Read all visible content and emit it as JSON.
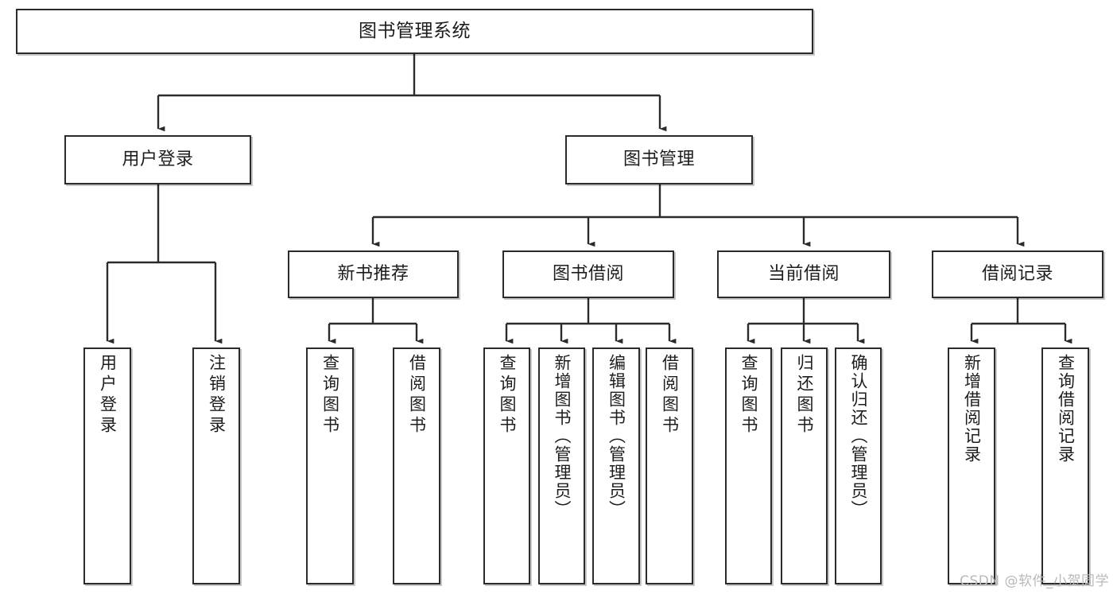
{
  "diagram": {
    "title": "图书管理系统",
    "type": "tree-hierarchy",
    "watermark": "CSDN @软件_小贺同学",
    "colors": {
      "background": "#ffffff",
      "node_border": "#2b2b2b",
      "node_fill": "#ffffff",
      "edge": "#2b2b2b",
      "text": "#1d1d1d",
      "watermark": "#b9b9b9"
    },
    "root": {
      "id": "root",
      "label": "图书管理系统"
    },
    "level2": [
      {
        "id": "user-login",
        "label": "用户登录"
      },
      {
        "id": "book-manage",
        "label": "图书管理"
      }
    ],
    "level3": [
      {
        "id": "new-book-recommend",
        "label": "新书推荐"
      },
      {
        "id": "book-borrow",
        "label": "图书借阅"
      },
      {
        "id": "current-borrow",
        "label": "当前借阅"
      },
      {
        "id": "borrow-record",
        "label": "借阅记录"
      }
    ],
    "leaves": [
      {
        "id": "leaf-user-login",
        "label": "用户登录",
        "parent": "user-login"
      },
      {
        "id": "leaf-user-logout",
        "label": "注销登录",
        "parent": "user-login"
      },
      {
        "id": "leaf-query-book-1",
        "label": "查询图书",
        "parent": "new-book-recommend"
      },
      {
        "id": "leaf-borrow-book-1",
        "label": "借阅图书",
        "parent": "new-book-recommend"
      },
      {
        "id": "leaf-query-book-2",
        "label": "查询图书",
        "parent": "book-borrow"
      },
      {
        "id": "leaf-add-book",
        "label": "新增图书（管理员）",
        "parent": "book-borrow"
      },
      {
        "id": "leaf-edit-book",
        "label": "编辑图书（管理员）",
        "parent": "book-borrow"
      },
      {
        "id": "leaf-borrow-book-2",
        "label": "借阅图书",
        "parent": "book-borrow"
      },
      {
        "id": "leaf-query-book-3",
        "label": "查询图书",
        "parent": "current-borrow"
      },
      {
        "id": "leaf-return-book",
        "label": "归还图书",
        "parent": "current-borrow"
      },
      {
        "id": "leaf-confirm-return",
        "label": "确认归还（管理员）",
        "parent": "current-borrow"
      },
      {
        "id": "leaf-add-record",
        "label": "新增借阅记录",
        "parent": "borrow-record"
      },
      {
        "id": "leaf-query-record",
        "label": "查询借阅记录",
        "parent": "borrow-record"
      }
    ]
  }
}
